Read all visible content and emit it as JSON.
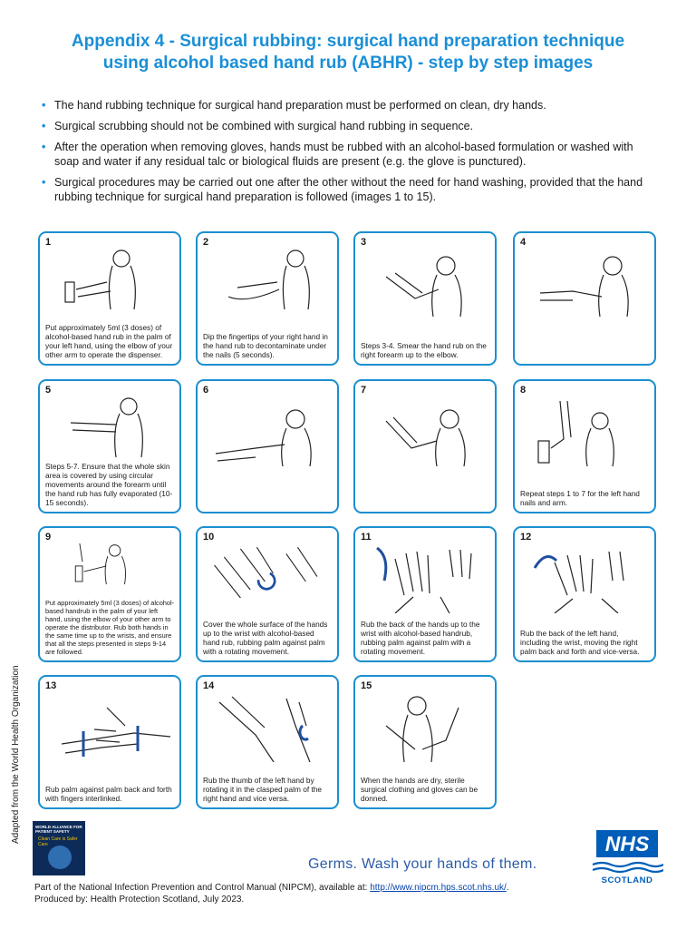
{
  "title_line1": "Appendix 4 - Surgical rubbing: surgical hand preparation technique",
  "title_line2": "using alcohol based hand rub (ABHR) - step by step images",
  "bullets": [
    "The hand rubbing technique for surgical hand preparation must be performed on clean, dry hands.",
    "Surgical scrubbing should not be combined with surgical hand rubbing in sequence.",
    "After the operation when removing gloves, hands must be rubbed with an alcohol-based formulation or washed with soap and water if any residual talc or biological fluids are present (e.g. the glove is punctured).",
    "Surgical procedures may be carried out one after the other without the need for hand washing, provided that the hand rubbing technique for surgical hand preparation is followed (images 1 to 15)."
  ],
  "steps": [
    {
      "num": "1",
      "caption": "Put approximately 5ml (3 doses) of alcohol-based hand rub in the palm of your left hand, using the elbow of your other arm to operate the dispenser."
    },
    {
      "num": "2",
      "caption": "Dip the fingertips of your right hand in the hand rub to decontaminate under the nails (5 seconds)."
    },
    {
      "num": "3",
      "caption": "Steps 3-4. Smear the hand rub on the right forearm up to the elbow."
    },
    {
      "num": "4",
      "caption": ""
    },
    {
      "num": "5",
      "caption": "Steps 5-7. Ensure that the whole skin area is covered by using circular movements around the forearm until the hand rub has fully evaporated (10-15 seconds)."
    },
    {
      "num": "6",
      "caption": ""
    },
    {
      "num": "7",
      "caption": ""
    },
    {
      "num": "8",
      "caption": "Repeat steps 1 to 7 for the left hand nails and arm."
    },
    {
      "num": "9",
      "caption": "Put approximately 5ml (3 doses) of alcohol- based handrub in the palm of your left hand, using the elbow of your other arm to operate the distributor. Rub both hands in the same time up to the wrists, and ensure that all the steps presented in steps 9-14 are followed."
    },
    {
      "num": "10",
      "caption": "Cover the whole surface of the hands up to the wrist with alcohol-based hand rub, rubbing palm against palm with a rotating movement."
    },
    {
      "num": "11",
      "caption": "Rub the back of the hands up to the wrist with alcohol-based handrub, rubbing palm against palm with a rotating movement."
    },
    {
      "num": "12",
      "caption": "Rub the back of the left hand, including the wrist, moving the right palm back and forth and vice-versa."
    },
    {
      "num": "13",
      "caption": "Rub palm against palm back and forth with fingers interlinked."
    },
    {
      "num": "14",
      "caption": "Rub the thumb of the left hand by rotating it in the clasped palm of the right hand and vice versa."
    },
    {
      "num": "15",
      "caption": "When the hands are dry, sterile surgical clothing and gloves can be donned."
    }
  ],
  "side_text": "Adapted from the World Health Organization",
  "who_logo": {
    "line1": "WORLD ALLIANCE FOR PATIENT SAFETY",
    "line2": "Clean Care is Safer Care"
  },
  "germs_slogan": "Germs. Wash your hands of them.",
  "nhs_logo": {
    "mark": "NHS",
    "region": "SCOTLAND"
  },
  "footer": {
    "line1_prefix": "Part of the National Infection Prevention and Control Manual (NIPCM), available at: ",
    "link": "http://www.nipcm.hps.scot.nhs.uk/",
    "line1_suffix": ".",
    "line2": "Produced by: Health Protection Scotland, July 2023."
  },
  "colors": {
    "accent": "#1a8fd6",
    "card_border": "#1b8fd0",
    "nhs_blue": "#005eb8",
    "arrow_blue": "#1f4fa0"
  }
}
